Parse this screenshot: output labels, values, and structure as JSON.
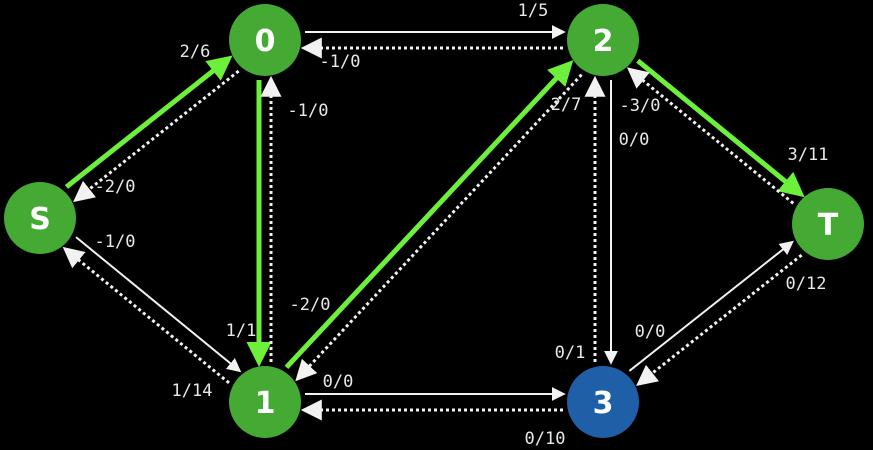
{
  "colors": {
    "background": "#000000",
    "node_green": "#44aa33",
    "node_blue": "#1f5fa8",
    "edge_white": "#f2f2f2",
    "edge_highlight": "#6cf03c"
  },
  "nodes": [
    {
      "id": "S",
      "label": "S",
      "color": "green"
    },
    {
      "id": "0",
      "label": "0",
      "color": "green"
    },
    {
      "id": "1",
      "label": "1",
      "color": "green"
    },
    {
      "id": "2",
      "label": "2",
      "color": "green"
    },
    {
      "id": "3",
      "label": "3",
      "color": "blue"
    },
    {
      "id": "T",
      "label": "T",
      "color": "green"
    }
  ],
  "edges": [
    {
      "from": "0",
      "to": "2",
      "label": "1/5",
      "style": "solid"
    },
    {
      "from": "2",
      "to": "0",
      "label": "-1/0",
      "style": "dotted"
    },
    {
      "from": "S",
      "to": "0",
      "label": "2/6",
      "style": "highlight"
    },
    {
      "from": "0",
      "to": "S",
      "label": "-2/0",
      "style": "dotted"
    },
    {
      "from": "S",
      "to": "1",
      "label": "1/14",
      "style": "solid"
    },
    {
      "from": "1",
      "to": "S",
      "label": "-1/0",
      "style": "dotted"
    },
    {
      "from": "0",
      "to": "1",
      "label": "1/1",
      "style": "highlight"
    },
    {
      "from": "1",
      "to": "0",
      "label": "-1/0",
      "style": "dotted"
    },
    {
      "from": "1",
      "to": "2",
      "label": "2/7",
      "style": "highlight"
    },
    {
      "from": "2",
      "to": "1",
      "label": "-2/0",
      "style": "dotted"
    },
    {
      "from": "2",
      "to": "3",
      "label": "0/1",
      "style": "solid"
    },
    {
      "from": "3",
      "to": "2",
      "label": "0/0",
      "style": "dotted"
    },
    {
      "from": "2",
      "to": "T",
      "label": "3/11",
      "style": "highlight"
    },
    {
      "from": "T",
      "to": "2",
      "label": "-3/0",
      "style": "dotted"
    },
    {
      "from": "1",
      "to": "3",
      "label": "0/10",
      "style": "solid"
    },
    {
      "from": "3",
      "to": "1",
      "label": "0/0",
      "style": "dotted"
    },
    {
      "from": "3",
      "to": "T",
      "label": "0/12",
      "style": "solid"
    },
    {
      "from": "T",
      "to": "3",
      "label": "0/0",
      "style": "dotted"
    }
  ]
}
